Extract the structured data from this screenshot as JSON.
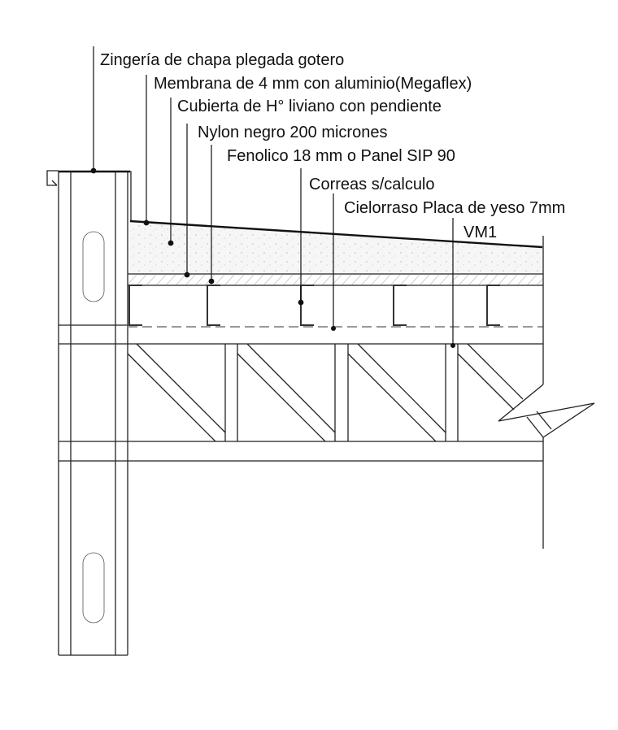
{
  "title": "Detalle constructivo cubierta",
  "labels": [
    {
      "text": "Zingería de chapa plegada gotero",
      "target": "zingeria"
    },
    {
      "text": "Membrana de 4 mm con aluminio(Megaflex)",
      "target": "membrana"
    },
    {
      "text": "Cubierta de H° liviano con pendiente",
      "target": "cubierta"
    },
    {
      "text": "Nylon negro 200 micrones",
      "target": "nylon"
    },
    {
      "text": "Fenolico 18 mm o Panel SIP 90",
      "target": "fenolico"
    },
    {
      "text": "Correas s/calculo",
      "target": "correas"
    },
    {
      "text": "Cielorraso Placa de yeso 7mm",
      "target": "cielorraso"
    },
    {
      "text": "VM1",
      "target": "viga"
    }
  ],
  "colors": {
    "line": "#222222",
    "concrete_fill": "#f4f4f4",
    "background": "#ffffff"
  }
}
